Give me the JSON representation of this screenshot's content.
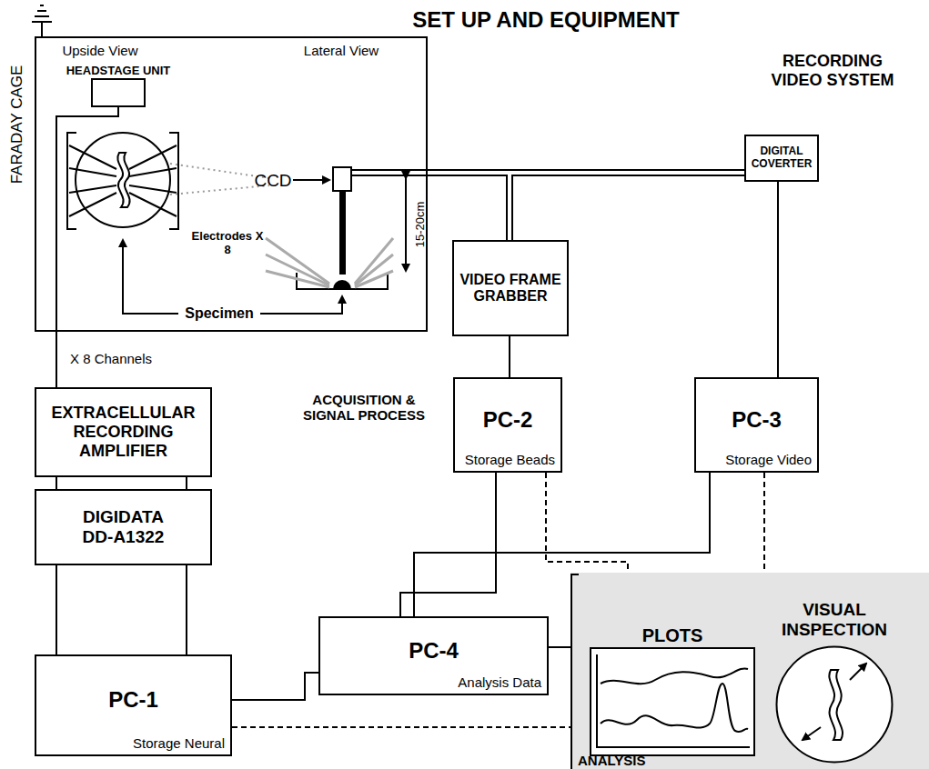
{
  "diagram": {
    "title": "SET UP AND EQUIPMENT",
    "nodes": [
      {
        "text": [
          "FARADAY CAGE"
        ]
      },
      {
        "text": [
          "HEADSTAGE UNIT"
        ],
        "in": 0
      },
      {
        "text": [
          "DIGITAL COVERTER"
        ]
      },
      {
        "text": [
          "VIDEO FRAME GRABBER"
        ]
      },
      {
        "text": [
          "EXTRACELLULAR RECORDING AMPLIFIER"
        ]
      },
      {
        "text": [
          "PC-2",
          "Storage Beads"
        ]
      },
      {
        "text": [
          "PC-3",
          "Storage Video"
        ]
      },
      {
        "text": [
          "DIGIDATA DD-A1322"
        ]
      },
      {
        "text": [
          "PC-4",
          "Analysis Data"
        ]
      },
      {
        "text": [
          "PC-1",
          "Storage Neural"
        ]
      },
      {
        "text": [
          "ANALYSIS"
        ]
      },
      {
        "text": [
          "PLOTS"
        ],
        "in": 10
      },
      {
        "text": [
          "VISUAL INSPECTION"
        ],
        "in": 10
      }
    ],
    "edges": [
      {
        "from": 1,
        "to": 4,
        "arrow": "none"
      },
      {
        "from": 4,
        "to": 7,
        "arrow": "none"
      },
      {
        "from": 7,
        "to": 9,
        "arrow": "none"
      },
      {
        "from": 3,
        "to": 5,
        "arrow": "none"
      },
      {
        "from": 2,
        "to": 6,
        "arrow": "none"
      },
      {
        "from": 9,
        "to": 8,
        "arrow": "none"
      },
      {
        "from": 5,
        "to": 8,
        "arrow": "none"
      },
      {
        "from": 6,
        "to": 8,
        "arrow": "none"
      },
      {
        "from": 8,
        "to": 10,
        "arrow": "none"
      },
      {
        "from": 9,
        "to": 10,
        "arrow": "none"
      },
      {
        "from": 5,
        "to": 10,
        "arrow": "none"
      },
      {
        "from": 6,
        "to": 10,
        "arrow": "none"
      }
    ],
    "labels": [
      "RECORDING VIDEO SYSTEM",
      "Upside View",
      "Lateral View",
      "CCD",
      "Electrodes X 8",
      "15-20cm",
      "Specimen",
      "X 8 Channels",
      "ACQUISITION & SIGNAL PROCESS"
    ]
  }
}
